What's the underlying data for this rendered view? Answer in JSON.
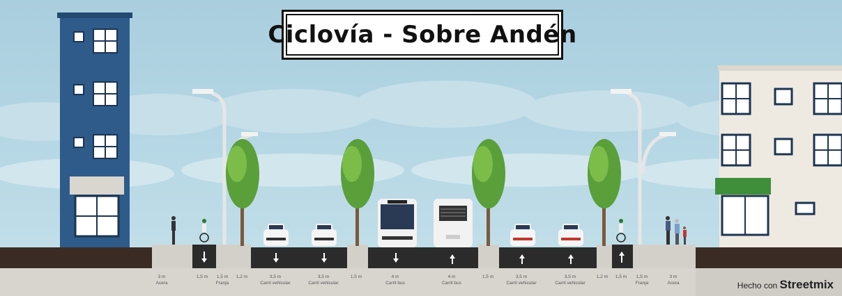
{
  "title": "Ciclovía - Sobre Andén",
  "credit": {
    "prefix": "Hecho con",
    "brand": "Streetmix"
  },
  "segments": [
    {
      "width": "3 m",
      "name": "Acera"
    },
    {
      "width": "1,5 m",
      "name": ""
    },
    {
      "width": "1,5 m",
      "name": "Franja"
    },
    {
      "width": "1,2 m",
      "name": ""
    },
    {
      "width": "3,5 m",
      "name": "Carril vehicular"
    },
    {
      "width": "3,5 m",
      "name": "Carril vehicular"
    },
    {
      "width": "1,5 m",
      "name": ""
    },
    {
      "width": "4 m",
      "name": "Carril bus"
    },
    {
      "width": "4 m",
      "name": "Carril bus"
    },
    {
      "width": "1,5 m",
      "name": ""
    },
    {
      "width": "3,5 m",
      "name": "Carril vehicular"
    },
    {
      "width": "3,5 m",
      "name": "Carril vehicular"
    },
    {
      "width": "1,2 m",
      "name": ""
    },
    {
      "width": "1,5 m",
      "name": ""
    },
    {
      "width": "1,5 m",
      "name": "Franja"
    },
    {
      "width": "3 m",
      "name": "Acera"
    }
  ],
  "colors": {
    "sky": "#b3d6e4",
    "building_left": "#2e5b8a",
    "building_right": "#eeeae2",
    "awning_right": "#3f8f3a",
    "asphalt": "#2b2b2b",
    "sidewalk": "#d3d0ca",
    "ground": "#3a2c24"
  }
}
